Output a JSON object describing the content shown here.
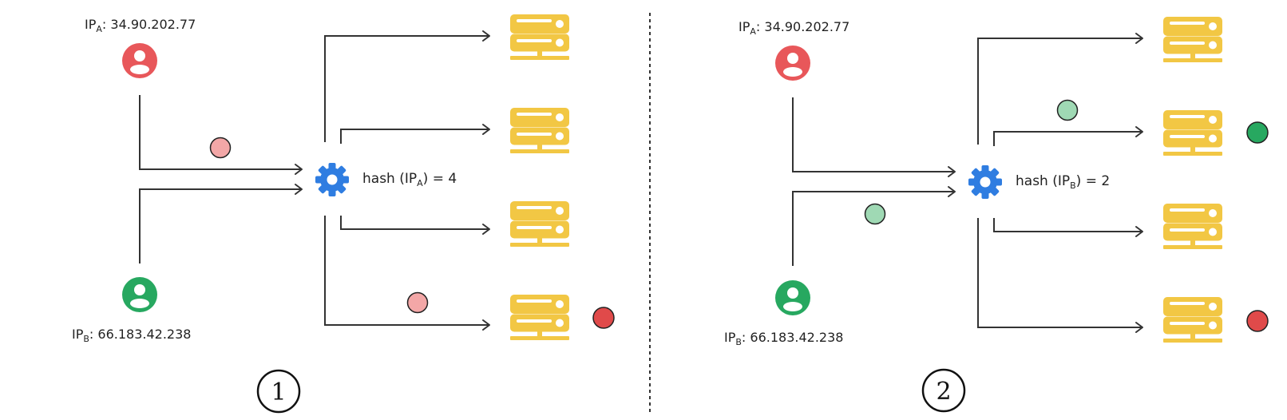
{
  "colors": {
    "user_a": "#e8575a",
    "user_b": "#27a860",
    "gear": "#2f7de1",
    "server": "#f2c744",
    "packet_a_light": "#f3a7a7",
    "packet_b_light": "#9fd9b4",
    "packet_a_dark": "#e04a4a",
    "packet_b_dark": "#27a860",
    "line": "#333333"
  },
  "icons": {
    "user": "user-icon",
    "balancer": "gear-icon",
    "server": "server-icon"
  },
  "panels": [
    {
      "user_a_label": {
        "ip": "IP",
        "sub": "A",
        "rest": ": 34.90.202.77"
      },
      "user_b_label": {
        "ip": "IP",
        "sub": "B",
        "rest": ": 66.183.42.238"
      },
      "hash_text": {
        "pre": "hash (IP",
        "sub": "A",
        "post": ") = 4"
      },
      "step_number": "1"
    },
    {
      "user_a_label": {
        "ip": "IP",
        "sub": "A",
        "rest": ": 34.90.202.77"
      },
      "user_b_label": {
        "ip": "IP",
        "sub": "B",
        "rest": ": 66.183.42.238"
      },
      "hash_text": {
        "pre": "hash (IP",
        "sub": "B",
        "post": ") = 2"
      },
      "step_number": "2"
    }
  ]
}
